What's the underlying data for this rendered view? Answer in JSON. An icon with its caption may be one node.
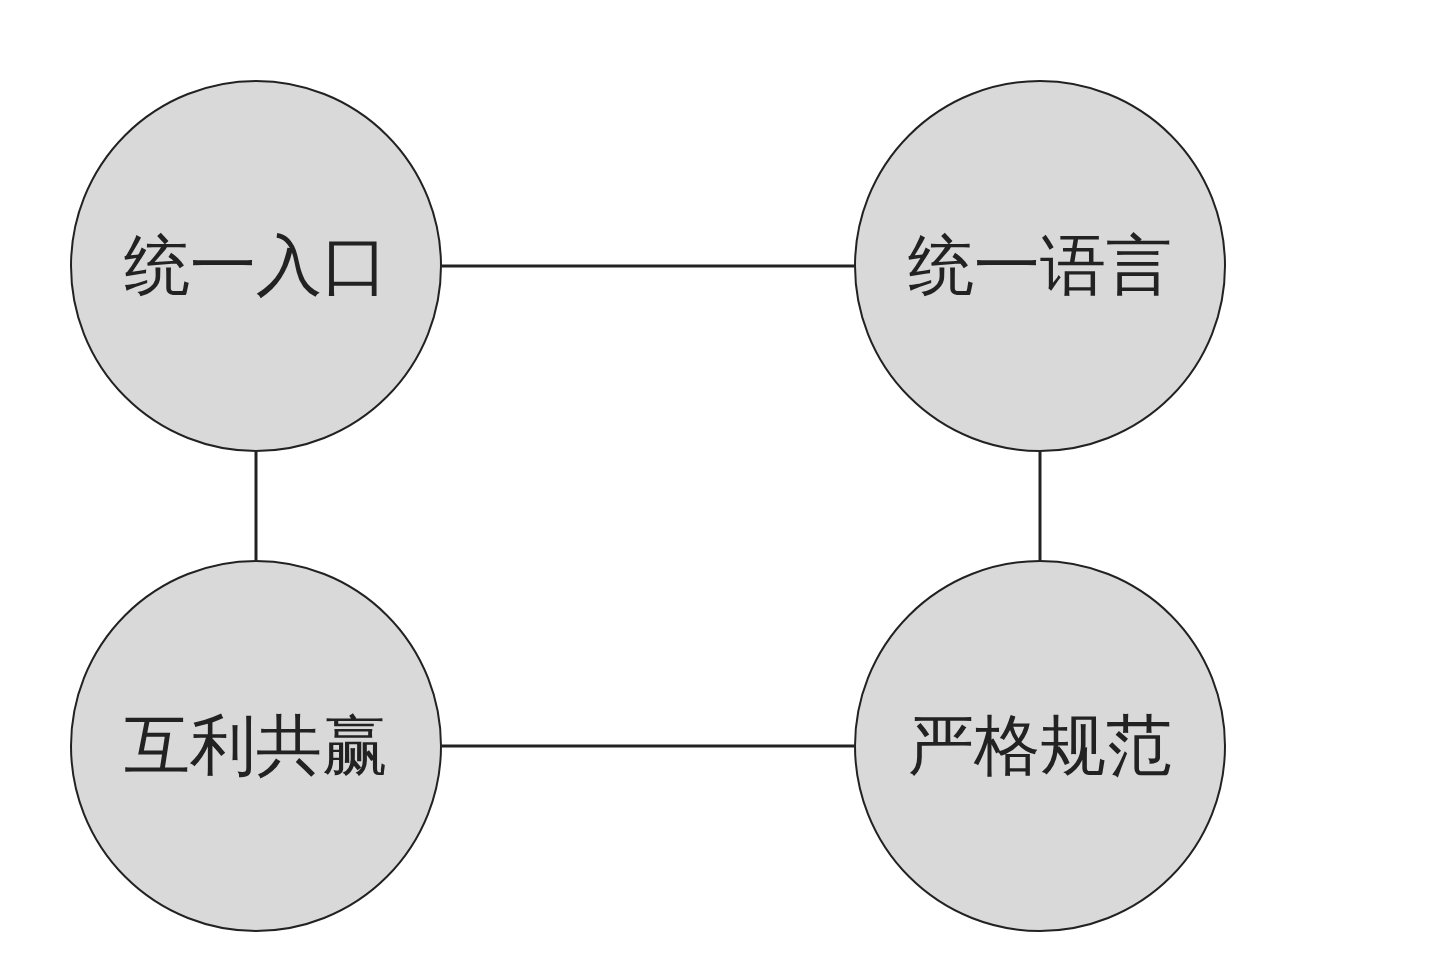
{
  "diagram": {
    "nodes": [
      {
        "text": [
          "统一入口"
        ]
      },
      {
        "text": [
          "统一语言"
        ]
      },
      {
        "text": [
          "互利共赢"
        ]
      },
      {
        "text": [
          "严格规范"
        ]
      }
    ],
    "edges": [
      {
        "from": 0,
        "to": 1,
        "arrow": "none"
      },
      {
        "from": 0,
        "to": 2,
        "arrow": "none"
      },
      {
        "from": 1,
        "to": 3,
        "arrow": "none"
      },
      {
        "from": 2,
        "to": 3,
        "arrow": "none"
      }
    ]
  }
}
